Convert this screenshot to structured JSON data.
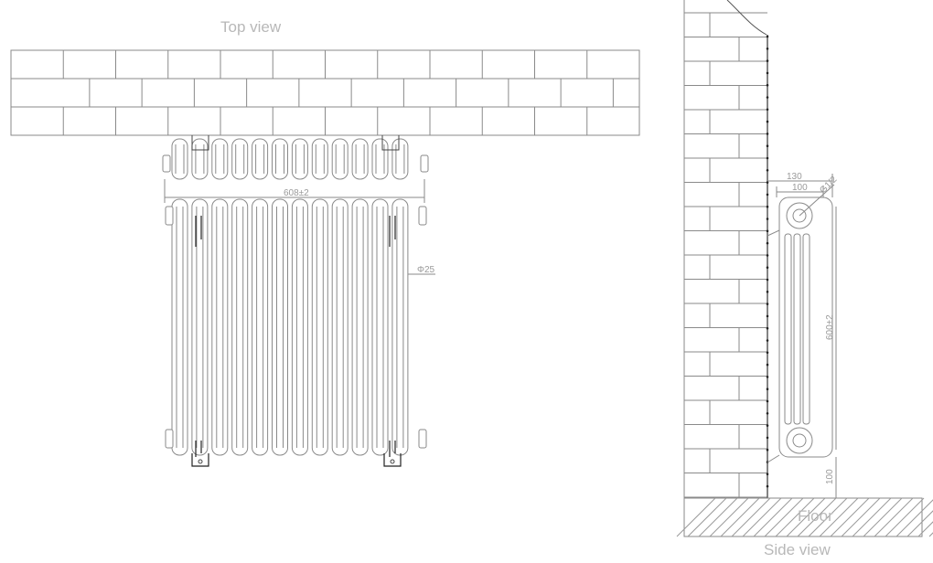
{
  "labels": {
    "top_view": "Top view",
    "side_view": "Side view",
    "floor": "Floor"
  },
  "dimensions": {
    "width": "608±2",
    "tube_diameter": "Φ25",
    "depth_outer": "130",
    "depth_inner": "100",
    "thread": "G1/2",
    "height": "600±2",
    "floor_clearance": "100"
  },
  "colors": {
    "line": "#8a8a8a",
    "label": "#b8b8b8",
    "accent": "#111111"
  },
  "radiator": {
    "columns": 12
  }
}
